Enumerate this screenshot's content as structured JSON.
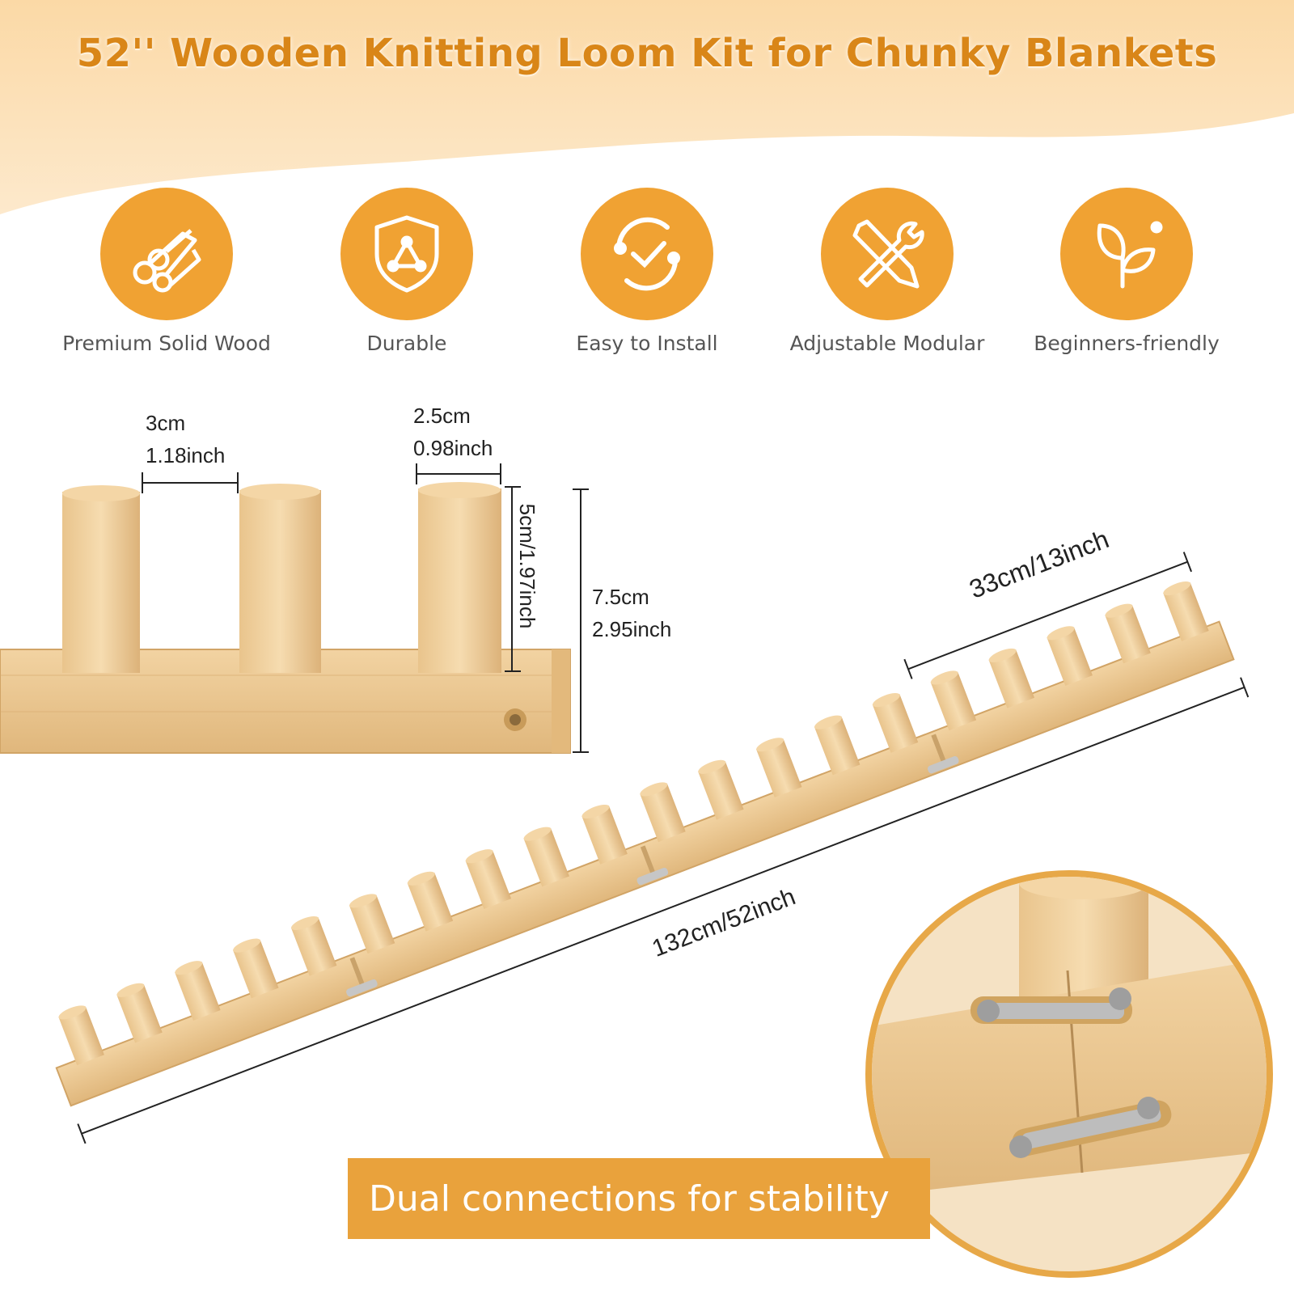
{
  "title": "52'' Wooden Knitting Loom Kit for Chunky Blankets",
  "colors": {
    "accent": "#f0a233",
    "title": "#d98618",
    "wood": "#e8c48f",
    "banner": "#e9a23c"
  },
  "features": [
    {
      "icon": "logs-icon",
      "label": "Premium Solid Wood"
    },
    {
      "icon": "shield-icon",
      "label": "Durable"
    },
    {
      "icon": "check-circle-icon",
      "label": "Easy to Install"
    },
    {
      "icon": "tools-icon",
      "label": "Adjustable Modular"
    },
    {
      "icon": "leaf-icon",
      "label": "Beginners-friendly"
    }
  ],
  "dimensions": {
    "peg_gap_cm": "3cm",
    "peg_gap_in": "1.18inch",
    "peg_diameter_cm": "2.5cm",
    "peg_diameter_in": "0.98inch",
    "peg_height": "5cm/1.97inch",
    "total_height_cm": "7.5cm",
    "total_height_in": "2.95inch",
    "section_length": "33cm/13inch",
    "total_length": "132cm/52inch"
  },
  "banner_text": "Dual connections for stability"
}
